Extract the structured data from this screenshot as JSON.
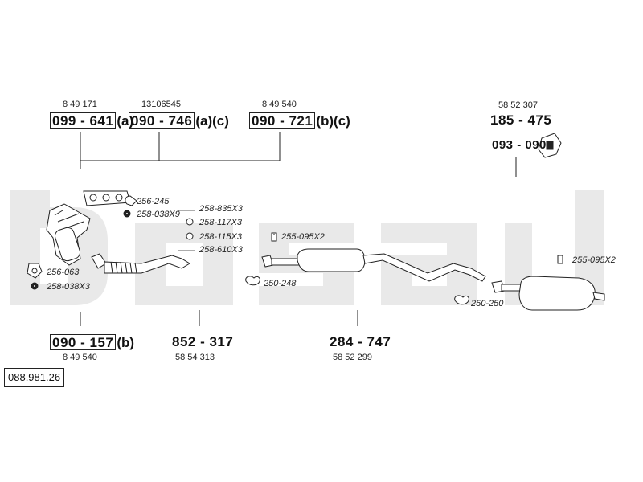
{
  "diagram": {
    "reference_number": "088.981.26",
    "top_parts": [
      {
        "code": "8 49 171",
        "part": "099 - 641",
        "suffix": "(a)"
      },
      {
        "code": "13106545",
        "part": "090 - 746",
        "suffix": "(a)(c)"
      },
      {
        "code": "8 49 540",
        "part": "090 - 721",
        "suffix": "(b)(c)"
      }
    ],
    "mount_part": {
      "code": "58 52 307",
      "part": "185 - 475",
      "sub_part": "093 - 090"
    },
    "bottom_parts": [
      {
        "part": "090 - 157",
        "suffix": "(b)",
        "code": "8 49 540"
      },
      {
        "part": "852 - 317",
        "code": "58 54 313"
      },
      {
        "part": "284 - 747",
        "code": "58 52 299"
      }
    ],
    "small_labels": {
      "gasket_256_245": "256-245",
      "nut_258_038x9": "258-038X9",
      "bolt_258_835x3": "258-835X3",
      "ring_258_117x3": "258-117X3",
      "ring_258_115x3": "258-115X3",
      "bolt_258_610x3": "258-610X3",
      "gasket_256_063": "256-063",
      "nut_258_038x3": "258-038X3",
      "clip_255_095x2_mid": "255-095X2",
      "clamp_250_248": "250-248",
      "clip_255_095x2_rear": "255-095X2",
      "clamp_250_250": "250-250"
    },
    "watermark": "bosal",
    "colors": {
      "watermark": "#e9e9e9",
      "ink": "#111111",
      "pipe_fill": "#ffffff"
    }
  }
}
